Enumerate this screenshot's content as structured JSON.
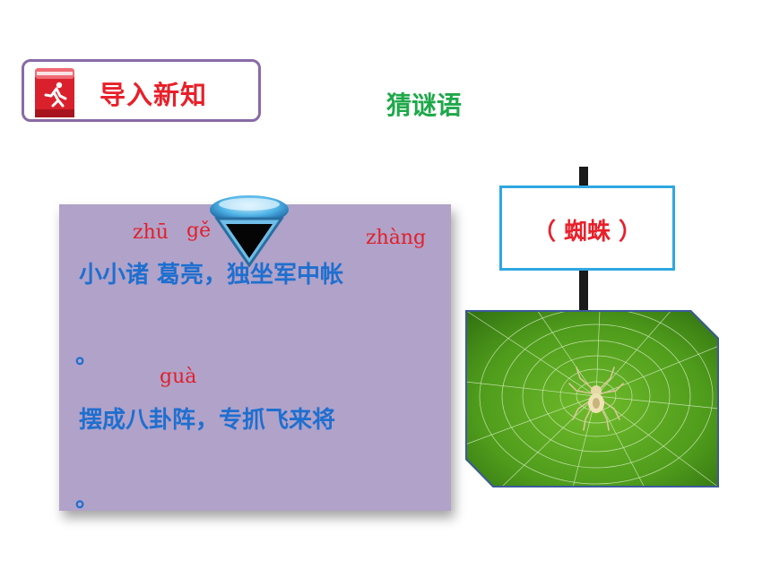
{
  "header": {
    "title": "导入新知",
    "icon": "running-person-book-icon"
  },
  "riddle_heading": "猜谜语",
  "riddle": {
    "pinyin_zhu": "zhū",
    "pinyin_ge": "gě",
    "pinyin_zhang": "zhàng",
    "line1": "小小诸 葛亮，独坐军中帐",
    "line1_end": "。",
    "pinyin_gua": "guà",
    "line2": "摆成八卦阵，专抓飞来将",
    "line2_end": "。"
  },
  "answer": {
    "text": "（ 蜘蛛 ）"
  },
  "colors": {
    "accent_red": "#e8202a",
    "heading_green": "#1fa84a",
    "text_blue": "#1f6fcf",
    "card_purple": "#b1a2c9",
    "box_border_purple": "#8a6aa6",
    "answer_border_blue": "#2fa7e0"
  }
}
